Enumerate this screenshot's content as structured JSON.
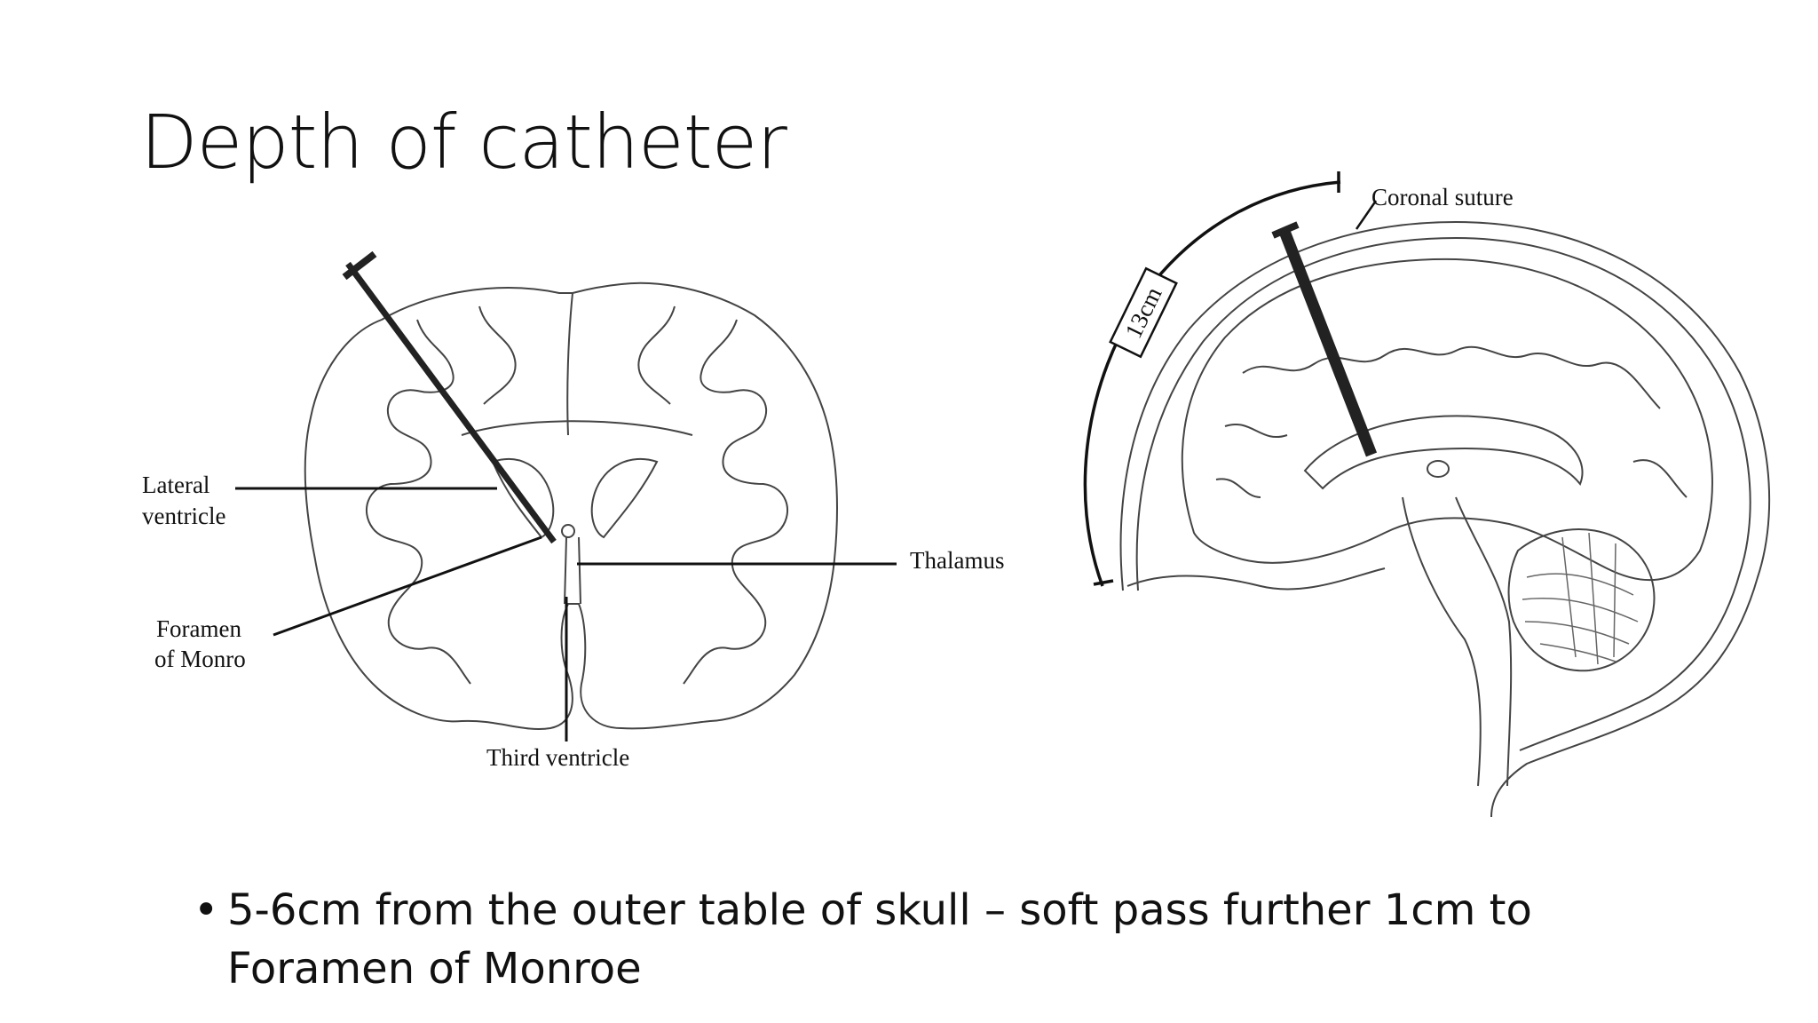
{
  "slide": {
    "title": "Depth of catheter",
    "bullets": [
      {
        "symbol": "•",
        "text": "5-6cm from the outer table of skull  – soft pass further 1cm to Foramen of Monroe"
      }
    ]
  },
  "coronal_diagram": {
    "labels": {
      "lateral_ventricle_line1": "Lateral",
      "lateral_ventricle_line2": "ventricle",
      "foramen_line1": "Foramen",
      "foramen_line2": "of Monro",
      "thalamus": "Thalamus",
      "third_ventricle": "Third ventricle"
    }
  },
  "sagittal_diagram": {
    "labels": {
      "coronal_suture": "Coronal suture",
      "distance": "13cm"
    }
  }
}
